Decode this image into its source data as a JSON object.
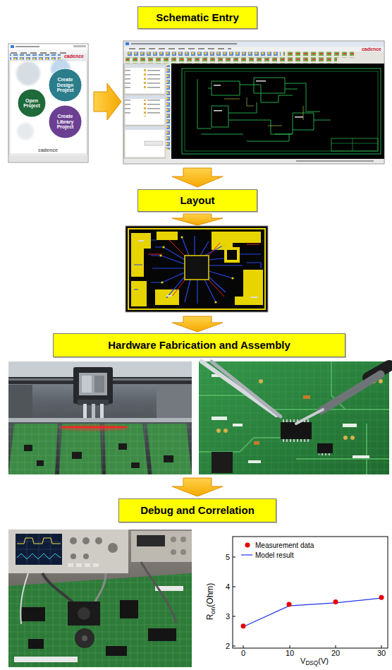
{
  "diagram": {
    "nodes": [
      {
        "text": [
          "Schematic Entry"
        ]
      },
      {
        "text": [
          "Create Design Project"
        ]
      },
      {
        "text": [
          "Open Project"
        ]
      },
      {
        "text": [
          "Create Library Project"
        ]
      },
      {
        "text": [
          "Layout"
        ]
      },
      {
        "text": [
          "Hardware Fabrication and Assembly"
        ]
      },
      {
        "text": [
          "Debug and Correlation"
        ]
      }
    ],
    "labels": [
      "cadence",
      "cadence",
      "cadence",
      "5",
      "4",
      "3",
      "2",
      "R",
      "on",
      "(Ohm)",
      "0",
      "10",
      "20",
      "30",
      "V",
      "DSQ",
      "(V)"
    ],
    "legend": [
      {
        "text": "Measurement data"
      },
      {
        "text": "Model result"
      }
    ]
  }
}
